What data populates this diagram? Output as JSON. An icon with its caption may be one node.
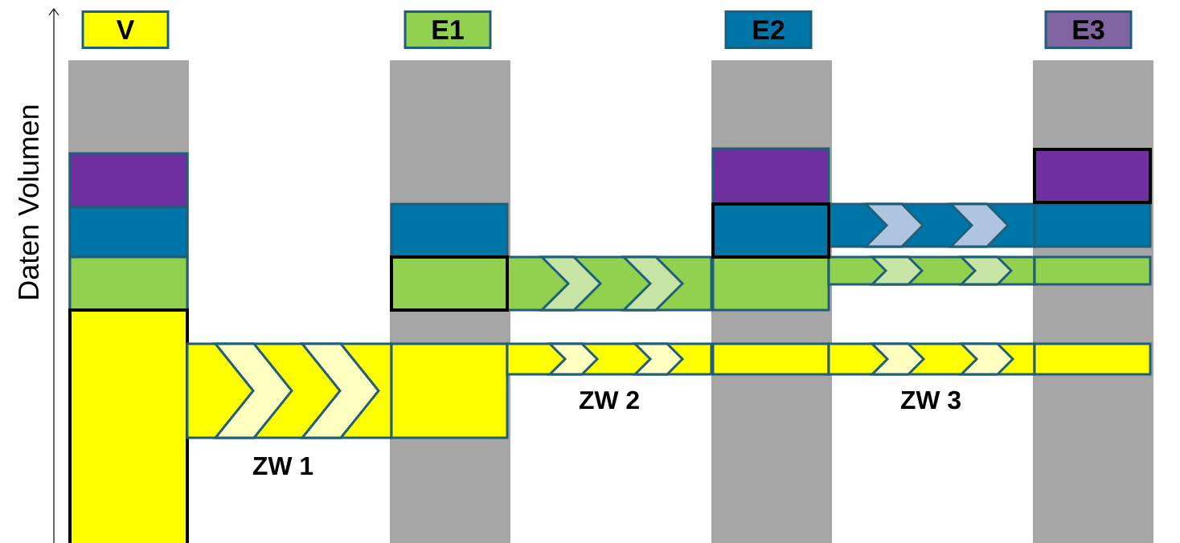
{
  "diagram": {
    "nodes": [
      {
        "text": [
          "V"
        ]
      },
      {
        "text": [
          "E1"
        ]
      },
      {
        "text": [
          "E2"
        ]
      },
      {
        "text": [
          "E3"
        ]
      }
    ],
    "labels": [
      "Daten Volumen",
      "ZW 1",
      "ZW 2",
      "ZW 3"
    ]
  }
}
